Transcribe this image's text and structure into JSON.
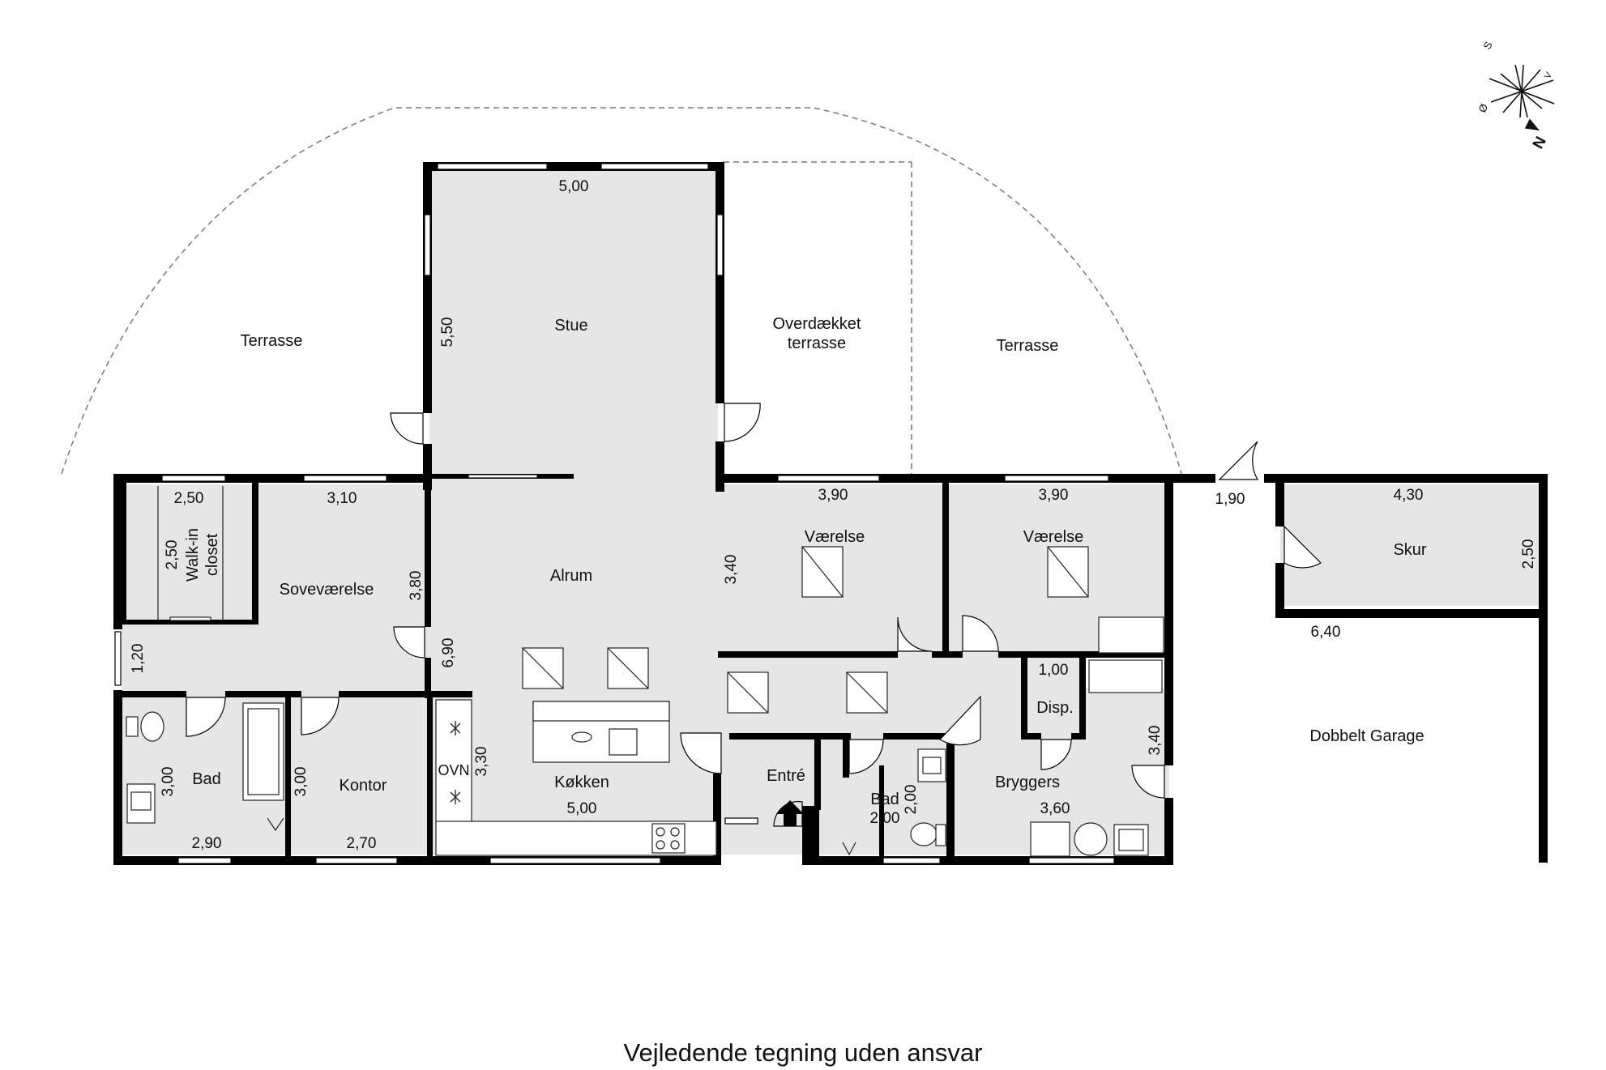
{
  "caption": "Vejledende tegning uden ansvar",
  "compass": {
    "north": "N",
    "south": "S",
    "east": "Ø",
    "west": "V"
  },
  "colors": {
    "wall": "#000000",
    "floor": "#e6e6e6",
    "window": "#ffffff",
    "fixture_line": "#222222"
  },
  "rooms": {
    "terrasse_left": "Terrasse",
    "stue": "Stue",
    "overdaekket_line1": "Overdækket",
    "overdaekket_line2": "terrasse",
    "terrasse_right": "Terrasse",
    "alrum": "Alrum",
    "sovevaerelse": "Soveværelse",
    "walkin_line1": "Walk-in",
    "walkin_line2": "closet",
    "bad_left": "Bad",
    "kontor": "Kontor",
    "koekken": "Køkken",
    "ovn": "OVN",
    "entre": "Entré",
    "vaerelse_1": "Værelse",
    "vaerelse_2": "Værelse",
    "disp": "Disp.",
    "bad_right": "Bad",
    "bryggers": "Bryggers",
    "skur": "Skur",
    "garage": "Dobbelt Garage"
  },
  "dimensions": {
    "stue_width": "5,00",
    "stue_depth": "5,50",
    "walkin_width": "2,50",
    "walkin_depth": "2,50",
    "sove_width": "3,10",
    "sove_depth": "3,80",
    "hall_width": "1,20",
    "alrum_depth": "6,90",
    "bad_left_depth": "3,00",
    "bad_left_width": "2,90",
    "kontor_depth": "3,00",
    "kontor_width": "2,70",
    "koekken_depth": "3,30",
    "koekken_width": "5,00",
    "vaerelse1_width": "3,90",
    "vaerelse1_depth": "3,40",
    "vaerelse2_width": "3,90",
    "disp_width": "1,00",
    "bad_right_depth": "2,00",
    "bad_right_width": "2,00",
    "bryggers_depth": "3,40",
    "bryggers_width": "3,60",
    "passage_width": "1,90",
    "skur_width": "4,30",
    "skur_depth": "2,50",
    "garage_width": "6,40"
  }
}
